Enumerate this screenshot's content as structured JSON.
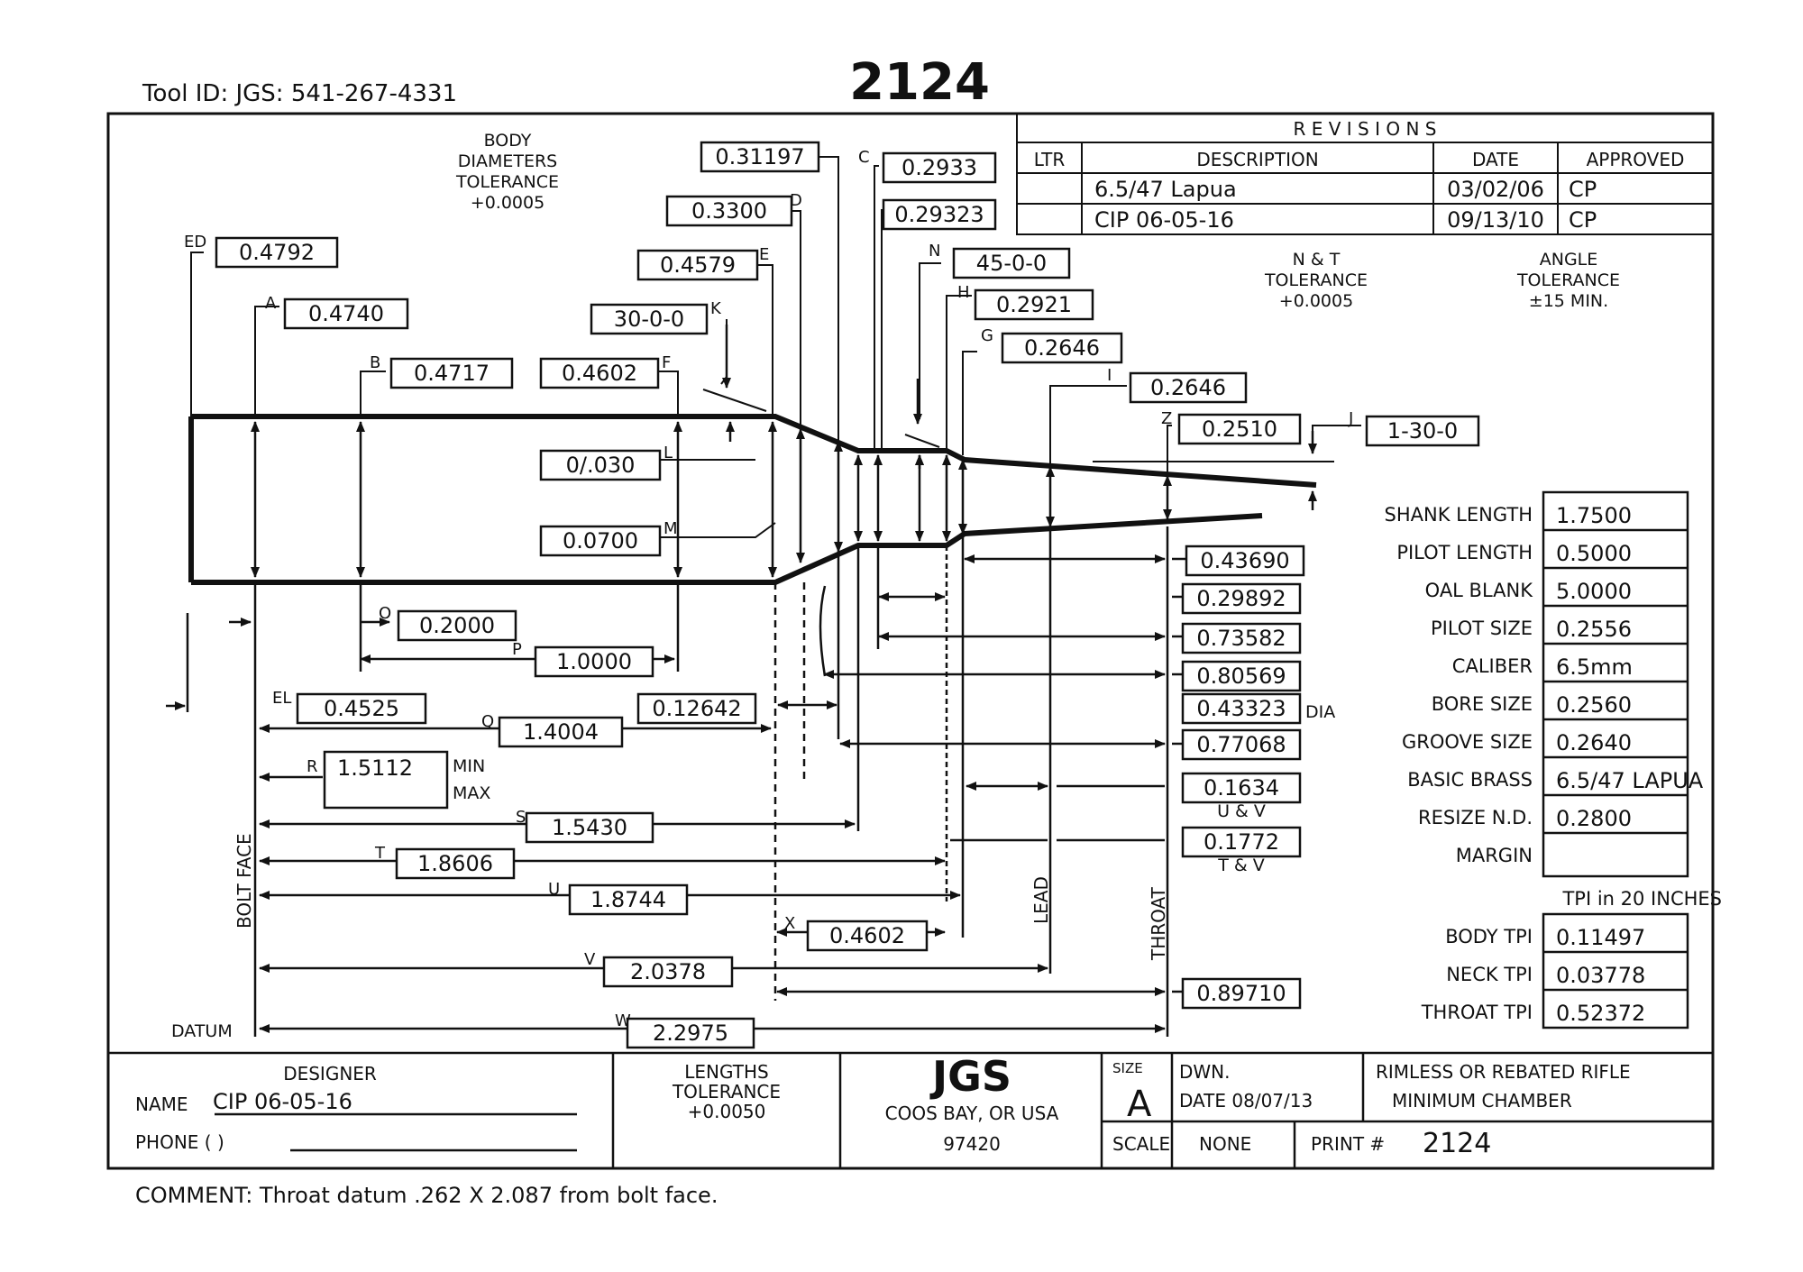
{
  "header": {
    "tool_id": "Tool ID:  JGS:  541-267-4331",
    "print_number": "2124"
  },
  "revisions": {
    "title": "R E V I S I O N S",
    "headers": [
      "LTR",
      "DESCRIPTION",
      "DATE",
      "APPROVED"
    ],
    "rows": [
      {
        "ltr": "",
        "description": "6.5/47 Lapua",
        "date": "03/02/06",
        "approved": "CP"
      },
      {
        "ltr": "",
        "description": "CIP 06-05-16",
        "date": "09/13/10",
        "approved": "CP"
      }
    ]
  },
  "notes": {
    "body_tol": [
      "BODY",
      "DIAMETERS",
      "TOLERANCE",
      "+0.0005"
    ],
    "nt_tol": [
      "N & T",
      "TOLERANCE",
      "+0.0005"
    ],
    "angle_tol": [
      "ANGLE",
      "TOLERANCE",
      "±15 MIN."
    ]
  },
  "dims": {
    "ED": "0.4792",
    "A": "0.4740",
    "B": "0.4717",
    "F": "0.4602",
    "C1": "0.31197",
    "C2": "0.2933",
    "D": "0.3300",
    "D2": "0.29323",
    "E": "0.4579",
    "K": "30-0-0",
    "N": "45-0-0",
    "H": "0.2921",
    "G": "0.2646",
    "I": "0.2646",
    "Z": "0.2510",
    "J": "1-30-0",
    "L": "0/.030",
    "M": "0.0700",
    "O": "0.2000",
    "P": "1.0000",
    "EL": "0.4525",
    "X1": "0.12642",
    "Q": "1.4004",
    "R": "1.5112",
    "S": "1.5430",
    "T": "1.8606",
    "U": "1.8744",
    "X": "0.4602",
    "V": "2.0378",
    "W": "2.2975"
  },
  "right_dims": {
    "r1": "0.43690",
    "r2": "0.29892",
    "r3": "0.73582",
    "r4": "0.80569",
    "r5": "0.43323",
    "r5_note": "DIA",
    "r6": "0.77068",
    "r7": "0.1634",
    "r7_note": "U & V",
    "r8": "0.1772",
    "r8_note": "T & V",
    "r9": "0.89710"
  },
  "labels": {
    "min": "MIN",
    "max": "MAX",
    "bolt_face": "BOLT FACE",
    "lead": "LEAD",
    "throat": "THROAT",
    "datum": "DATUM",
    "letters": {
      "ED": "ED",
      "A": "A",
      "B": "B",
      "C": "C",
      "D": "D",
      "E": "E",
      "F": "F",
      "K": "K",
      "N": "N",
      "H": "H",
      "G": "G",
      "I": "I",
      "Z": "Z",
      "J": "J",
      "L": "L",
      "M": "M",
      "O": "O",
      "P": "P",
      "EL": "EL",
      "Q": "Q",
      "R": "R",
      "S": "S",
      "T": "T",
      "U": "U",
      "X": "X",
      "V": "V",
      "W": "W"
    }
  },
  "specs": [
    {
      "label": "SHANK LENGTH",
      "value": "1.7500"
    },
    {
      "label": "PILOT LENGTH",
      "value": "0.5000"
    },
    {
      "label": "OAL BLANK",
      "value": "5.0000"
    },
    {
      "label": "PILOT SIZE",
      "value": "0.2556"
    },
    {
      "label": "CALIBER",
      "value": "6.5mm"
    },
    {
      "label": "BORE SIZE",
      "value": "0.2560"
    },
    {
      "label": "GROOVE SIZE",
      "value": "0.2640"
    },
    {
      "label": "BASIC BRASS",
      "value": "6.5/47 LAPUA"
    },
    {
      "label": "RESIZE N.D.",
      "value": "0.2800"
    },
    {
      "label": "MARGIN",
      "value": ""
    }
  ],
  "tpi": {
    "title": "TPI  in 20 INCHES",
    "rows": [
      {
        "label": "BODY TPI",
        "value": "0.11497"
      },
      {
        "label": "NECK TPI",
        "value": "0.03778"
      },
      {
        "label": "THROAT TPI",
        "value": "0.52372"
      }
    ]
  },
  "title_block": {
    "designer": "DESIGNER",
    "name_label": "NAME",
    "name_value": "CIP 06-05-16",
    "phone_label": "PHONE  (        )",
    "lengths_tol": [
      "LENGTHS",
      "TOLERANCE",
      "+0.0050"
    ],
    "company": "JGS",
    "city": "COOS BAY,  OR USA",
    "zip": "97420",
    "size_label": "SIZE",
    "size_value": "A",
    "dwn": "DWN.",
    "date": "DATE  08/07/13",
    "scale_label": "SCALE",
    "scale_value": "NONE",
    "desc1": "RIMLESS OR REBATED RIFLE",
    "desc2": "MINIMUM CHAMBER",
    "print_label": "PRINT #",
    "print_value": "2124"
  },
  "comment": "COMMENT:  Throat datum .262 X 2.087 from bolt face."
}
